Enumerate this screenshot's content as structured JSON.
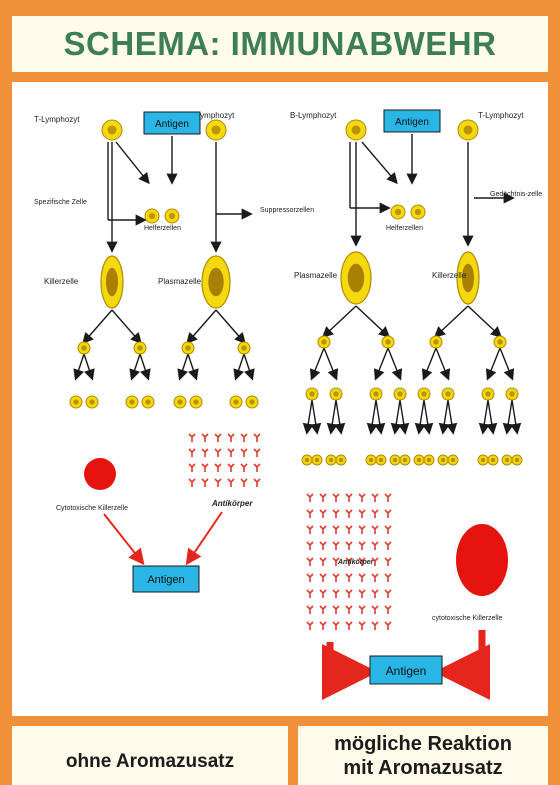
{
  "header": {
    "title": "SCHEMA: IMMUNABWEHR"
  },
  "diagram": {
    "left": {
      "t_lymphocyte": "T-Lymphozyt",
      "antigen_top": "Antigen",
      "b_lymphocyte": "B-Lymphozyt",
      "specific_label": "Spezifische Zelle",
      "helper_cells": "Helferzellen",
      "killer_cell": "Killerzelle",
      "plasma_cell": "Plasmazelle",
      "cytotoxic_cell": "Cytotoxische Killerzelle",
      "antibodies": "Antikörper",
      "antigen_bottom": "Antigen"
    },
    "middle": {
      "suppressor_label": "Suppressorzellen"
    },
    "right": {
      "b_lymphocyte": "B-Lymphozyt",
      "antigen_top": "Antigen",
      "t_lymphocyte": "T-Lymphozyt",
      "memory_cells": "Gedächtnis-zelle",
      "helper_cells": "Helferzellen",
      "plasma_cell": "Plasmazelle",
      "killer_cell": "Killerzelle",
      "antibodies": "Antikörper",
      "cytotoxic_cell": "cytotoxische Killerzelle",
      "antigen_bottom": "Antigen"
    },
    "colors": {
      "cell": "#f5d90f",
      "cell_outline": "#b08a00",
      "nucleus": "#8a5a00",
      "antigen_box": "#29b6e6",
      "antibody": "#e23b2a",
      "reaction_arrow": "#e5261c",
      "killer_blob": "#e5140f"
    }
  },
  "footer": {
    "left_label": "ohne Aromazusatz",
    "right_label_line1": "mögliche Reaktion",
    "right_label_line2": "mit Aromazusatz"
  }
}
